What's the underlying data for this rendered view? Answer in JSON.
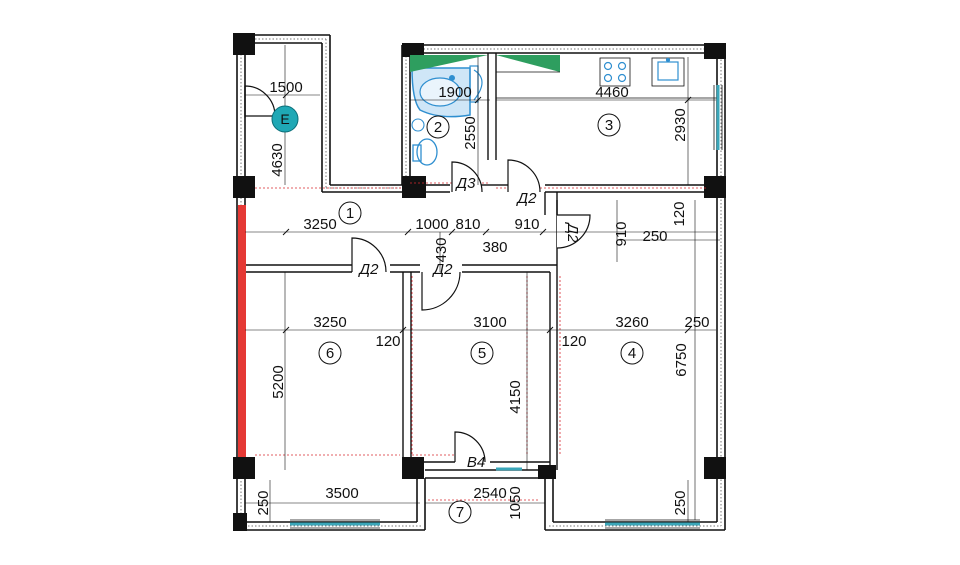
{
  "plan": {
    "rooms": [
      {
        "id": "room-1",
        "label": "1"
      },
      {
        "id": "room-2",
        "label": "2"
      },
      {
        "id": "room-3",
        "label": "3"
      },
      {
        "id": "room-4",
        "label": "4"
      },
      {
        "id": "room-5",
        "label": "5"
      },
      {
        "id": "room-6",
        "label": "6"
      },
      {
        "id": "room-7",
        "label": "7"
      }
    ],
    "entrance_label": "E",
    "doors": [
      "Д3",
      "Д2",
      "Д2",
      "Д2",
      "Д2",
      "В4"
    ],
    "dimensions": [
      "1500",
      "4630",
      "1900",
      "2550",
      "4460",
      "2930",
      "3250",
      "1000",
      "810",
      "910",
      "430",
      "380",
      "910",
      "250",
      "120",
      "3250",
      "120",
      "3100",
      "120",
      "3260",
      "250",
      "6750",
      "5200",
      "4150",
      "250",
      "3500",
      "2540",
      "1050",
      "250"
    ],
    "colors": {
      "wall": "#111111",
      "window": "#3aa6b9",
      "balcony_wall": "#e53935",
      "bath": "#2f8fd0",
      "counter": "#2e9e5f",
      "entrance_badge": "#1fa8b5",
      "dashed": "#d8282f"
    }
  }
}
